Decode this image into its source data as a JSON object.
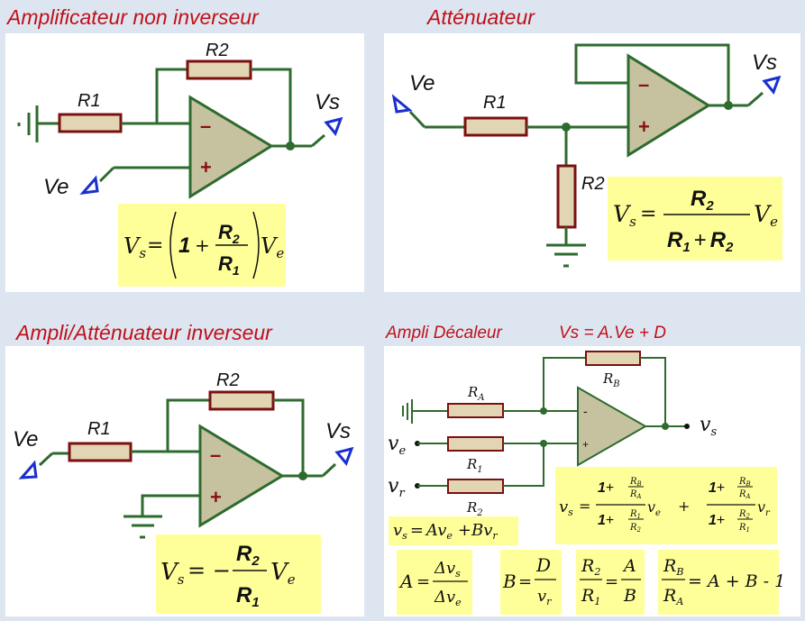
{
  "panels": {
    "tl": {
      "title": "Amplificateur non inverseur",
      "r1": "R1",
      "r2": "R2",
      "in": "Ve",
      "out": "Vs",
      "minus": "–",
      "plus": "+"
    },
    "tr": {
      "title": "Atténuateur",
      "r1": "R1",
      "r2": "R2",
      "in": "Ve",
      "out": "Vs",
      "minus": "–",
      "plus": "+"
    },
    "bl": {
      "title": "Ampli/Atténuateur  inverseur",
      "r1": "R1",
      "r2": "R2",
      "in": "Ve",
      "out": "Vs",
      "minus": "–",
      "plus": "+"
    },
    "br": {
      "title": "Ampli  Décaleur",
      "equation": "Vs = A.Ve + D",
      "ra": "R",
      "ra_sub": "A",
      "rb": "R",
      "rb_sub": "B",
      "r1": "R",
      "r1_sub": "1",
      "r2": "R",
      "r2_sub": "2",
      "ve": "v",
      "ve_sub": "e",
      "vr": "v",
      "vr_sub": "r",
      "vs": "v",
      "vs_sub": "s",
      "minus": "-",
      "plus": "+"
    }
  },
  "formulas": {
    "tl": {
      "lhs": "V",
      "lhs_sub": "s",
      "eq": "=",
      "one": "1",
      "plus": "+",
      "num": "R",
      "num_sub": "2",
      "den": "R",
      "den_sub": "1",
      "rhs": "V",
      "rhs_sub": "e"
    },
    "tr": {
      "lhs": "V",
      "lhs_sub": "s",
      "eq": "=",
      "num": "R",
      "num_sub": "2",
      "den1": "R",
      "den1_sub": "1",
      "plus": "+",
      "den2": "R",
      "den2_sub": "2",
      "rhs": "V",
      "rhs_sub": "e"
    },
    "bl": {
      "lhs": "V",
      "lhs_sub": "s",
      "eq": "= −",
      "num": "R",
      "num_sub": "2",
      "den": "R",
      "den_sub": "1",
      "rhs": "V",
      "rhs_sub": "e"
    },
    "br_main": {
      "lhs": "v",
      "lhs_sub": "s",
      "eq": "=",
      "one": "1",
      "plus": "+",
      "rb": "R",
      "rb_sub": "B",
      "ra": "R",
      "ra_sub": "A",
      "r1": "R",
      "r1_sub": "1",
      "r2": "R",
      "r2_sub": "2",
      "ve": "v",
      "ve_sub": "e",
      "vr": "v",
      "vr_sub": "r",
      "plus_between": "+"
    },
    "br_lin": {
      "text_a": "v",
      "sub_s": "s",
      "eq": "=",
      "a": "A",
      "v1": "v",
      "sub_e": "e",
      "plus": "+",
      "b": "B",
      "v2": "v",
      "sub_r": "r"
    },
    "br_a": {
      "lhs": "A",
      "eq": "=",
      "num": "Δv",
      "num_sub": "s",
      "den": "Δv",
      "den_sub": "e"
    },
    "br_b": {
      "lhs": "B",
      "eq": "=",
      "num": "D",
      "den": "v",
      "den_sub": "r"
    },
    "br_r21": {
      "num": "R",
      "num_sub": "2",
      "den": "R",
      "den_sub": "1",
      "eq": "=",
      "num2": "A",
      "den2": "B"
    },
    "br_rba": {
      "num": "R",
      "num_sub": "B",
      "den": "R",
      "den_sub": "A",
      "rhs": "= A + B - 1"
    }
  },
  "colors": {
    "wire": "#2e6b2e",
    "resistor_fill": "#e2d5b4",
    "resistor_stroke": "#7b1010",
    "opamp_fill": "#c6c2a0",
    "port": "#1a2fd0",
    "title": "#c0101a",
    "box": "#ffff99"
  }
}
